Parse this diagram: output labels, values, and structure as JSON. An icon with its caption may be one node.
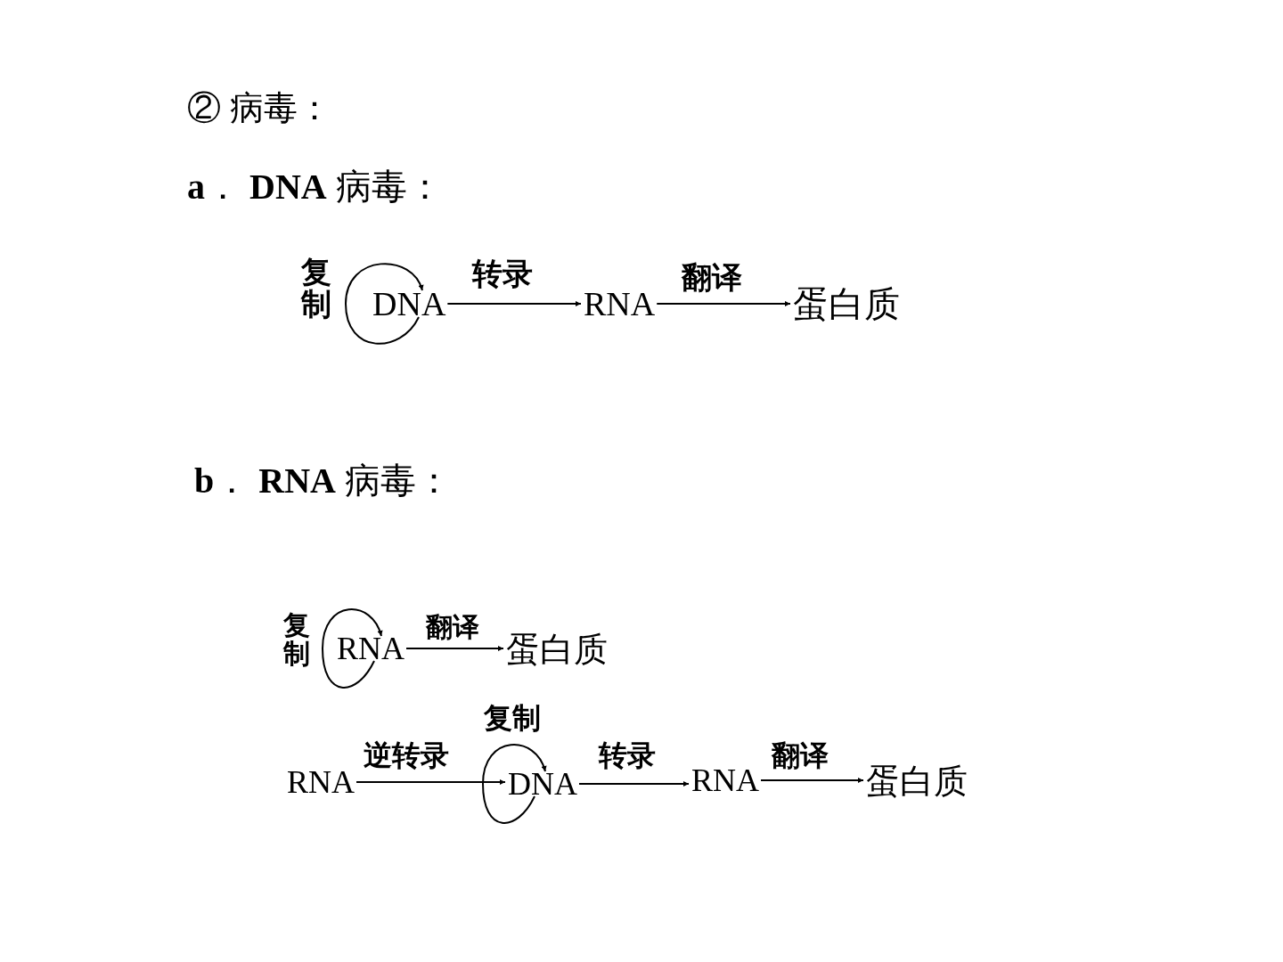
{
  "diagram": {
    "nodes": [
      {
        "text": [
          "DNA"
        ]
      },
      {
        "text": [
          "RNA"
        ]
      },
      {
        "text": [
          "蛋白质"
        ]
      },
      {
        "text": [
          "RNA"
        ]
      },
      {
        "text": [
          "蛋白质"
        ]
      },
      {
        "text": [
          "RNA"
        ]
      },
      {
        "text": [
          "DNA"
        ]
      },
      {
        "text": [
          "RNA"
        ]
      },
      {
        "text": [
          "蛋白质"
        ]
      }
    ],
    "edges": [
      {
        "from": 0,
        "to": 0,
        "arrow": "to",
        "label": "复制"
      },
      {
        "from": 0,
        "to": 1,
        "arrow": "to",
        "label": "转录"
      },
      {
        "from": 1,
        "to": 2,
        "arrow": "to",
        "label": "翻译"
      },
      {
        "from": 3,
        "to": 3,
        "arrow": "to",
        "label": "复制"
      },
      {
        "from": 3,
        "to": 4,
        "arrow": "to",
        "label": "翻译"
      },
      {
        "from": 5,
        "to": 6,
        "arrow": "to",
        "label": "逆转录"
      },
      {
        "from": 6,
        "to": 6,
        "arrow": "to",
        "label": "复制"
      },
      {
        "from": 6,
        "to": 7,
        "arrow": "to",
        "label": "转录"
      },
      {
        "from": 7,
        "to": 8,
        "arrow": "to",
        "label": "翻译"
      }
    ],
    "labels": [
      "② 病毒：",
      "**a**．  **DNA** 病毒：",
      "**b**．  **RNA** 病毒："
    ]
  }
}
